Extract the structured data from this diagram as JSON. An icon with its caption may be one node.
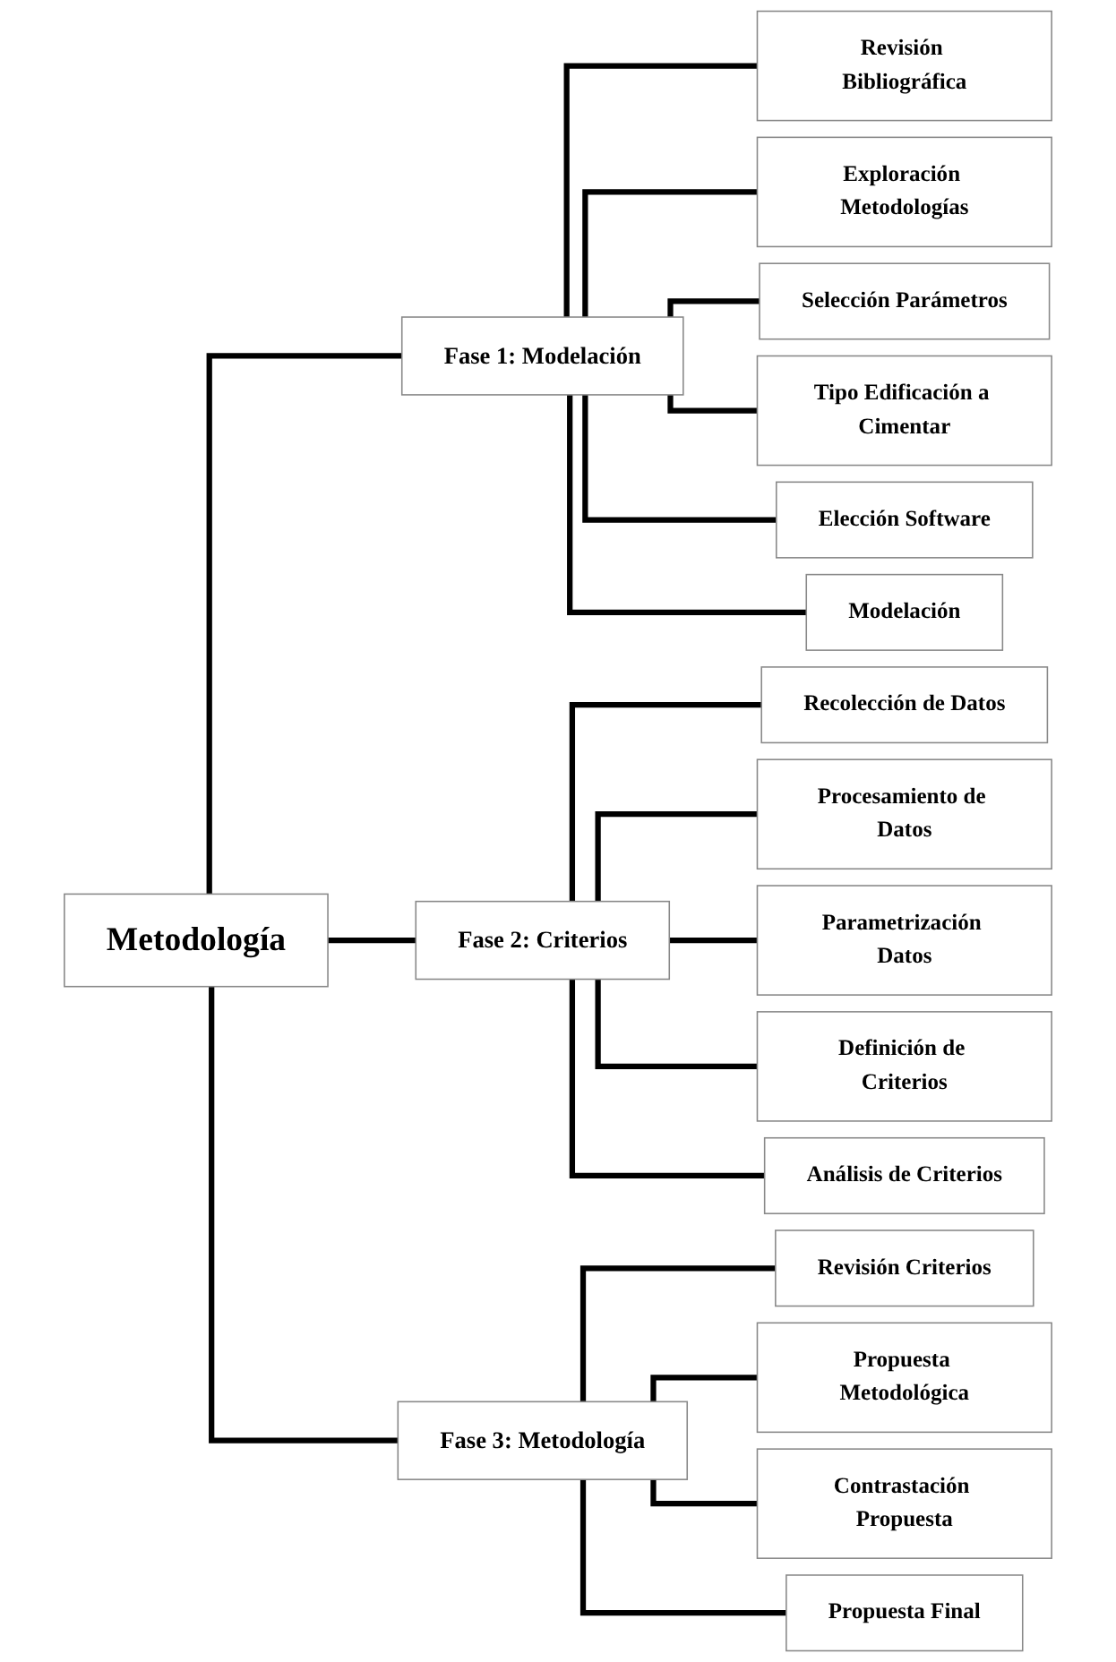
{
  "diagram": {
    "nodes": [
      {
        "text": [
          "Metodología"
        ]
      },
      {
        "text": [
          "Fase 1: Modelación"
        ]
      },
      {
        "text": [
          "Fase 2: Criterios"
        ]
      },
      {
        "text": [
          "Fase 3: Metodología"
        ]
      },
      {
        "text": [
          "Revisión Bibliográfica"
        ]
      },
      {
        "text": [
          "Exploración Metodologías"
        ]
      },
      {
        "text": [
          "Selección Parámetros"
        ]
      },
      {
        "text": [
          "Tipo Edificación a Cimentar"
        ]
      },
      {
        "text": [
          "Elección Software"
        ]
      },
      {
        "text": [
          "Modelación"
        ]
      },
      {
        "text": [
          "Recolección de Datos"
        ]
      },
      {
        "text": [
          "Procesamiento de Datos"
        ]
      },
      {
        "text": [
          "Parametrización Datos"
        ]
      },
      {
        "text": [
          "Definición de Criterios"
        ]
      },
      {
        "text": [
          "Análisis de Criterios"
        ]
      },
      {
        "text": [
          "Revisión Criterios"
        ]
      },
      {
        "text": [
          "Propuesta Metodológica"
        ]
      },
      {
        "text": [
          "Contrastación Propuesta"
        ]
      },
      {
        "text": [
          "Propuesta Final"
        ]
      }
    ],
    "edges": [
      {
        "from": 0,
        "to": 1,
        "arrow": "none"
      },
      {
        "from": 0,
        "to": 2,
        "arrow": "none"
      },
      {
        "from": 0,
        "to": 3,
        "arrow": "none"
      },
      {
        "from": 1,
        "to": 4,
        "arrow": "none"
      },
      {
        "from": 1,
        "to": 5,
        "arrow": "none"
      },
      {
        "from": 1,
        "to": 6,
        "arrow": "none"
      },
      {
        "from": 1,
        "to": 7,
        "arrow": "none"
      },
      {
        "from": 1,
        "to": 8,
        "arrow": "none"
      },
      {
        "from": 1,
        "to": 9,
        "arrow": "none"
      },
      {
        "from": 2,
        "to": 10,
        "arrow": "none"
      },
      {
        "from": 2,
        "to": 11,
        "arrow": "none"
      },
      {
        "from": 2,
        "to": 12,
        "arrow": "none"
      },
      {
        "from": 2,
        "to": 13,
        "arrow": "none"
      },
      {
        "from": 2,
        "to": 14,
        "arrow": "none"
      },
      {
        "from": 3,
        "to": 15,
        "arrow": "none"
      },
      {
        "from": 3,
        "to": 16,
        "arrow": "none"
      },
      {
        "from": 3,
        "to": 17,
        "arrow": "none"
      },
      {
        "from": 3,
        "to": 18,
        "arrow": "none"
      }
    ]
  }
}
